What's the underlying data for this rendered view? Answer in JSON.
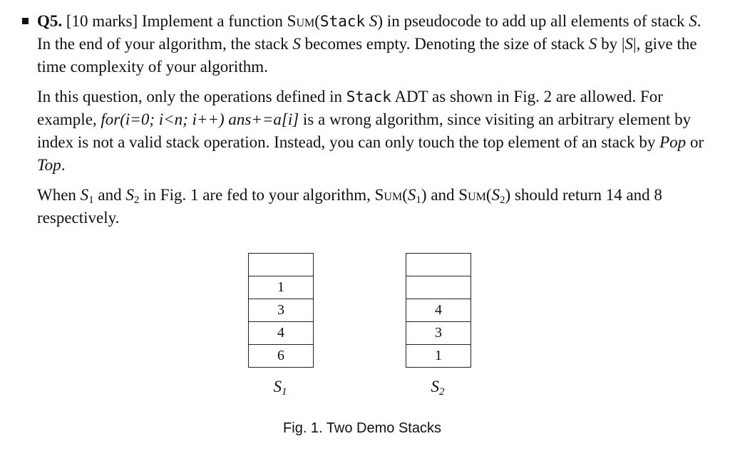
{
  "question": {
    "number": "Q5.",
    "marks": "[10 marks]",
    "p1_a": "Implement a function",
    "func_name": "Sum",
    "p1_b": "(",
    "stack_kw": "Stack",
    "var_s": "S",
    "p1_c": ") in pseudocode to add up all elements of stack",
    "p1_d": ". In the end of your algorithm, the stack",
    "p1_e": "becomes empty. Denoting the size of stack",
    "p1_f": "by |",
    "p1_g": "|, give the time complexity of your algorithm."
  },
  "paragraph2": {
    "a": "In this question, only the operations defined in",
    "stack_kw": "Stack",
    "b": "ADT as shown in Fig. 2 are allowed. For example,",
    "code": "for(i=0; i<n; i++) ans+=a[i]",
    "c": "is a wrong algorithm, since visiting an arbitrary element by index is not a valid stack operation. Instead, you can only touch the top element of an stack by",
    "pop": "Pop",
    "or": "or",
    "top": "Top",
    "end": "."
  },
  "paragraph3": {
    "a": "When",
    "s": "S",
    "sub1": "1",
    "sub2": "2",
    "and": "and",
    "b": "in Fig. 1 are fed to your algorithm,",
    "func": "Sum",
    "c": "should return 14 and 8 respectively."
  },
  "stacks": [
    {
      "label": "S",
      "sub": "1",
      "cells": [
        "1",
        "3",
        "4",
        "6"
      ]
    },
    {
      "label": "S",
      "sub": "2",
      "cells": [
        "4",
        "3",
        "1"
      ]
    }
  ],
  "caption": "Fig. 1.  Two Demo Stacks"
}
